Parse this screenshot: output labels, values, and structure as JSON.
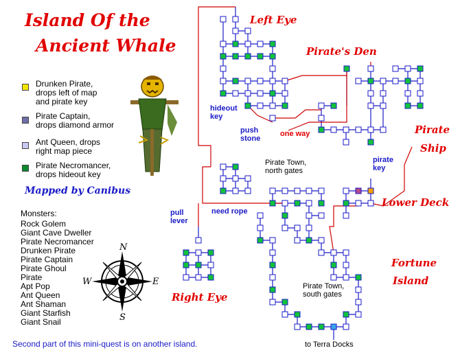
{
  "title": {
    "line1": "Island Of the",
    "line2": "Ancient Whale"
  },
  "legend": [
    {
      "text_line1": "Drunken Pirate,",
      "text_line2": "drops left of map",
      "text_line3": "and pirate key",
      "color": "#f2e600"
    },
    {
      "text_line1": "Pirate Captain,",
      "text_line2": "drops diamond armor",
      "text_line3": "",
      "color": "#6f6fa8"
    },
    {
      "text_line1": "Ant Queen, drops",
      "text_line2": "right map piece",
      "text_line3": "",
      "color": "#c9c9f2"
    },
    {
      "text_line1": "Pirate Necromancer,",
      "text_line2": "drops hideout key",
      "text_line3": "",
      "color": "#0b8a2e"
    }
  ],
  "mapped_by": "Mapped by Canibus",
  "monsters": {
    "heading": "Monsters:",
    "items": [
      "Rock Golem",
      "Giant Cave Dweller",
      "Pirate Necromancer",
      "Drunken Pirate",
      "Pirate Captain",
      "Pirate Ghoul",
      "Pirate",
      "Apt Pop",
      "Ant Queen",
      "Ant Shaman",
      "Giant Starfish",
      "Giant Snail"
    ]
  },
  "footer_note": "Second part of this mini-quest is on another island.",
  "map_labels": {
    "left_eye": "Left Eye",
    "pirates_den": "Pirate's Den",
    "pirate_ship_1": "Pirate",
    "pirate_ship_2": "Ship",
    "lower_deck": "Lower Deck",
    "fortune_1": "Fortune",
    "fortune_2": "Island",
    "right_eye": "Right Eye",
    "hideout_key_1": "hideout",
    "hideout_key_2": "key",
    "push_stone_1": "push",
    "push_stone_2": "stone",
    "one_way": "one way",
    "pirate_key_1": "pirate",
    "pirate_key_2": "key",
    "pull_lever_1": "pull",
    "pull_lever_2": "lever",
    "need_rope": "need rope",
    "town_north_1": "Pirate Town,",
    "town_north_2": "north gates",
    "town_south_1": "Pirate Town,",
    "town_south_2": "south gates",
    "terra_docks": "to Terra Docks"
  },
  "compass_letters": {
    "n": "N",
    "s": "S",
    "e": "E",
    "w": "W"
  },
  "colors": {
    "title_red": "#e10000",
    "link_blue": "#1a1ac8",
    "room_green": "#12c33a",
    "room_white": "#ffffff",
    "room_blue": "#3aa3e8",
    "room_gold": "#f2a000",
    "room_purple": "#b04a8a",
    "path_red": "#d00000"
  }
}
